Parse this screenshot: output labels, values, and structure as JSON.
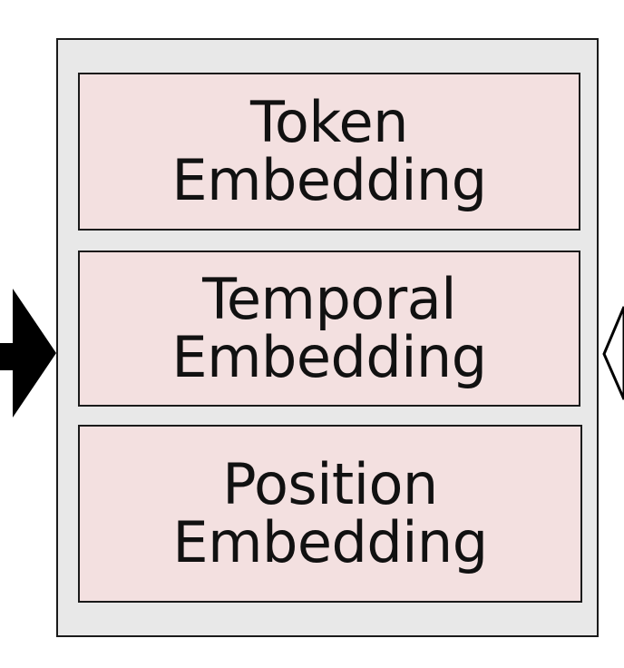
{
  "diagram": {
    "layers": [
      {
        "line1": "Token",
        "line2": "Embedding"
      },
      {
        "line1": "Temporal",
        "line2": "Embedding"
      },
      {
        "line1": "Position",
        "line2": "Embedding"
      }
    ],
    "colors": {
      "outer_fill": "#e8e8e8",
      "layer_fill": "#f3e0e0",
      "stroke": "#1a1a1a"
    }
  }
}
